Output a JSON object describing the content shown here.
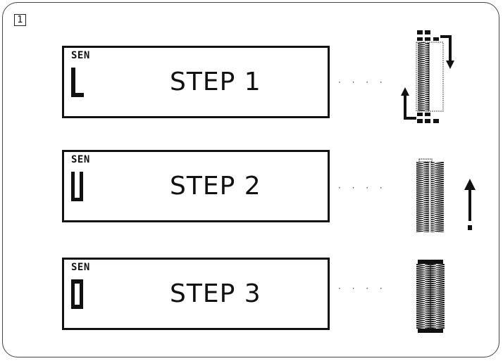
{
  "panel_number": "1",
  "steps": [
    {
      "mode": "SEN",
      "label": "STEP 1",
      "leader": "· · · ·"
    },
    {
      "mode": "SEN",
      "label": "STEP 2",
      "leader": "· · · ·"
    },
    {
      "mode": "SEN",
      "label": "STEP 3",
      "leader": "· · · ·"
    }
  ],
  "icons": {
    "step1_glyph": "buttonhole-L-glyph",
    "step2_glyph": "buttonhole-U-glyph",
    "step3_glyph": "buttonhole-O-glyph",
    "step1_diagram": "buttonhole-left-row-with-bartacks",
    "step2_diagram": "buttonhole-right-row",
    "step3_diagram": "buttonhole-complete"
  }
}
